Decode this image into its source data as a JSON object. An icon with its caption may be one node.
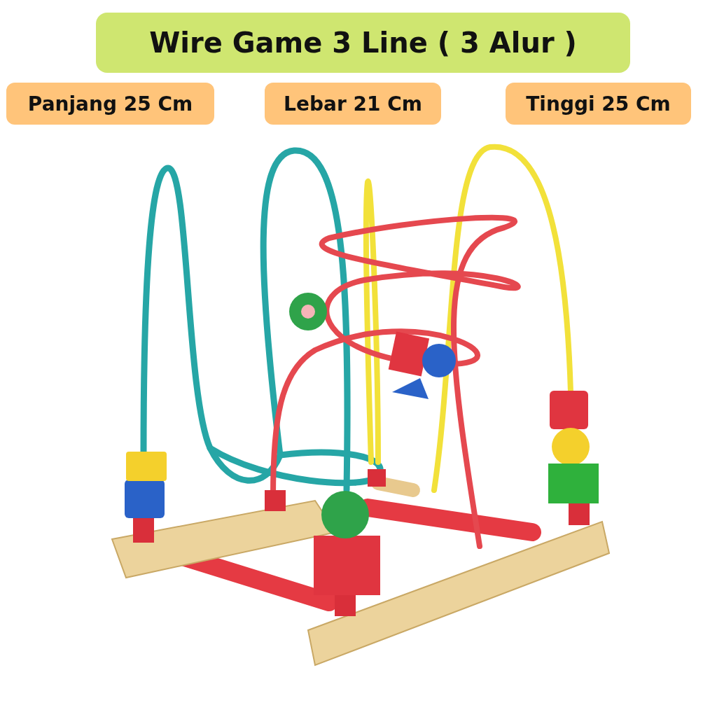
{
  "diagram": {
    "title": "Wire Game 3 Line ( 3 Alur )",
    "labels": [
      "Panjang 25 Cm",
      "Lebar 21 Cm",
      "Tinggi 25 Cm"
    ]
  }
}
